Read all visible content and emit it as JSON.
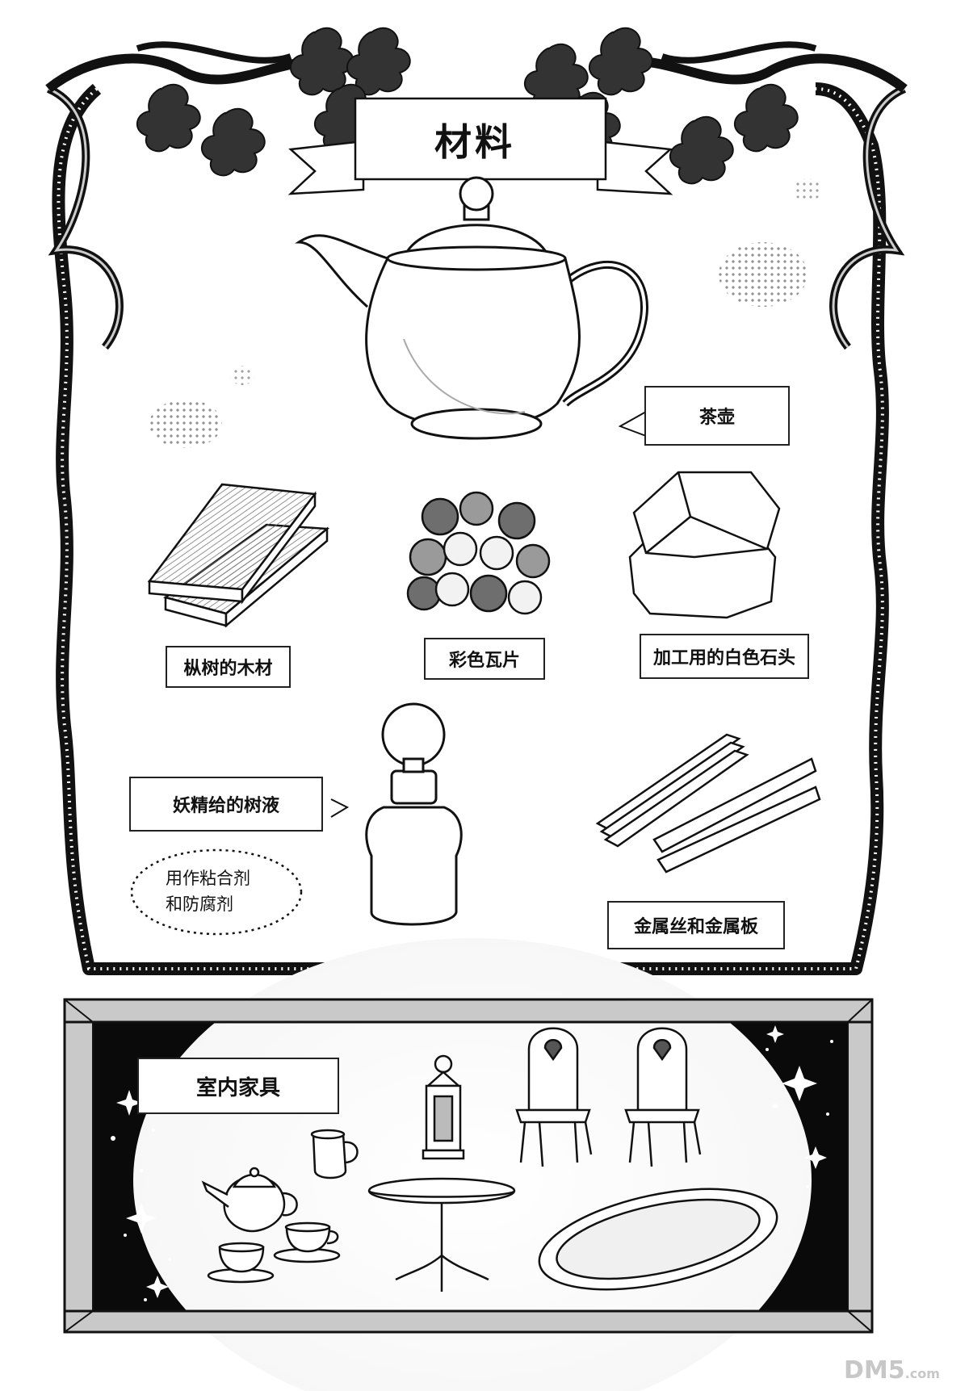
{
  "materials_section": {
    "title": "材料",
    "items": [
      {
        "key": "teapot",
        "label": "茶壶",
        "icon": "teapot-icon"
      },
      {
        "key": "wood",
        "label": "枞树的木材",
        "icon": "wood-planks-icon"
      },
      {
        "key": "tiles",
        "label": "彩色瓦片",
        "icon": "colored-tiles-icon"
      },
      {
        "key": "stone",
        "label": "加工用的白色石头",
        "icon": "white-stone-icon"
      },
      {
        "key": "sap",
        "label": "妖精给的树液",
        "icon": "sap-bottle-icon"
      },
      {
        "key": "metal",
        "label": "金属丝和金属板",
        "icon": "metal-wire-plate-icon"
      }
    ],
    "thought_bubble": {
      "line1": "用作粘合剂",
      "line2": "和防腐剂"
    }
  },
  "furniture_section": {
    "title": "室内家具",
    "items": [
      "lantern-icon",
      "chair-icon",
      "chair-icon",
      "pitcher-icon",
      "teapot-icon",
      "table-icon",
      "teacup-icon",
      "teacup-icon",
      "oval-tray-icon"
    ]
  },
  "watermark": {
    "main": "DM5",
    "suffix": ".com"
  },
  "colors": {
    "ink": "#111111",
    "frame": "#2a2a2a",
    "tile_dark": "#6e6e6e",
    "tile_light": "#f2f2f2",
    "night_sky": "#0a0a0a"
  }
}
